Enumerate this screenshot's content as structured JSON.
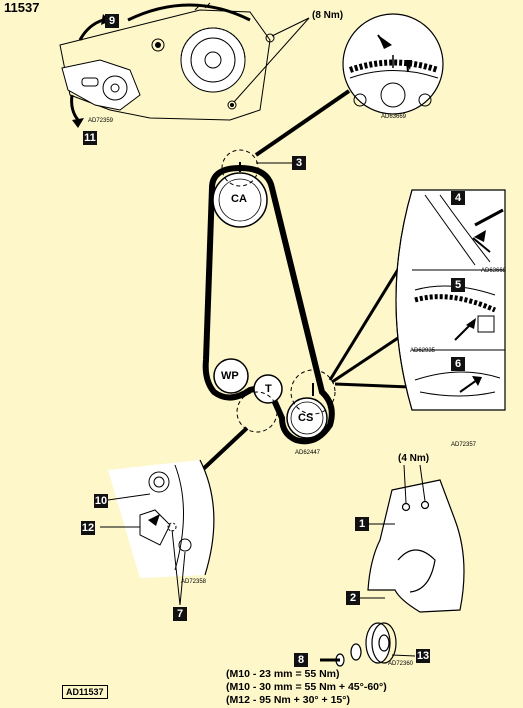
{
  "page_id": "11537",
  "footer_ref": "AD11537",
  "pulleys": {
    "camshaft": "CA",
    "water_pump": "WP",
    "tensioner": "T",
    "crankshaft": "CS"
  },
  "callouts": {
    "c1": "1",
    "c2": "2",
    "c3": "3",
    "c4": "4",
    "c5": "5",
    "c6": "6",
    "c7": "7",
    "c8": "8",
    "c9": "9",
    "c10": "10",
    "c11": "11",
    "c12": "12",
    "c13": "13"
  },
  "torques": {
    "tensioner_bolt": "(8 Nm)",
    "cover_bolts": "(4 Nm)"
  },
  "image_codes": {
    "top_left": "AD72359",
    "cam_detail": "AD63669",
    "belt_layout": "AD62447",
    "detail_4": "AD63668",
    "detail_5": "AD62935",
    "detail_6": "AD72357",
    "tensioner_detail": "AD72358",
    "crank_pulley": "AD72360"
  },
  "specs": {
    "m10_23": "(M10 - 23 mm = 55 Nm)",
    "m10_30": "(M10 - 30 mm = 55 Nm + 45°-60°)",
    "m12_95": "(M12 - 95 Nm + 30° + 15°)"
  }
}
